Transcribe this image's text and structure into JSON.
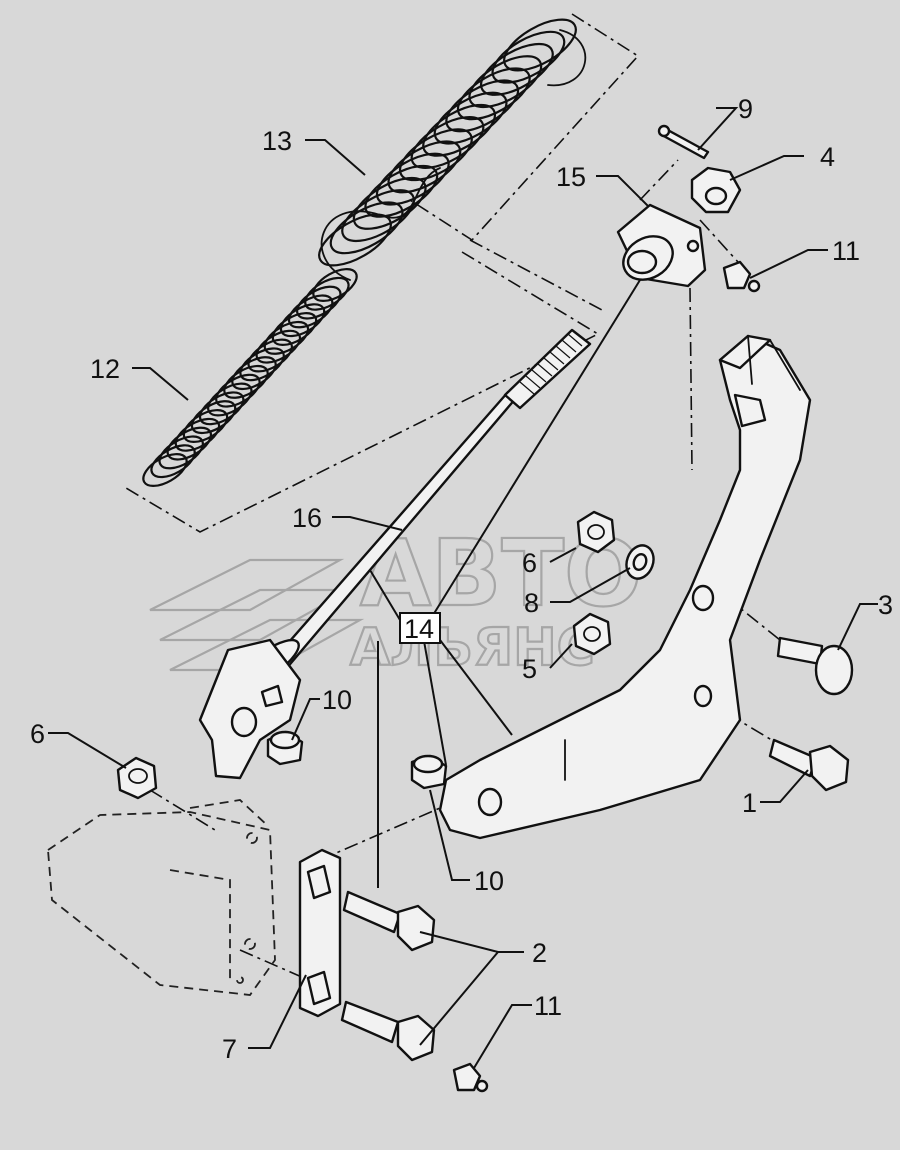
{
  "diagram": {
    "watermark": {
      "line1": "АВТО",
      "line2": "АЛЬЯНС"
    },
    "callouts": {
      "c1": "1",
      "c2": "2",
      "c3": "3",
      "c4": "4",
      "c5": "5",
      "c6a": "6",
      "c6b": "6",
      "c7": "7",
      "c8": "8",
      "c9": "9",
      "c10a": "10",
      "c10b": "10",
      "c11a": "11",
      "c11b": "11",
      "c12": "12",
      "c13": "13",
      "c14": "14",
      "c15": "15",
      "c16": "16"
    }
  }
}
